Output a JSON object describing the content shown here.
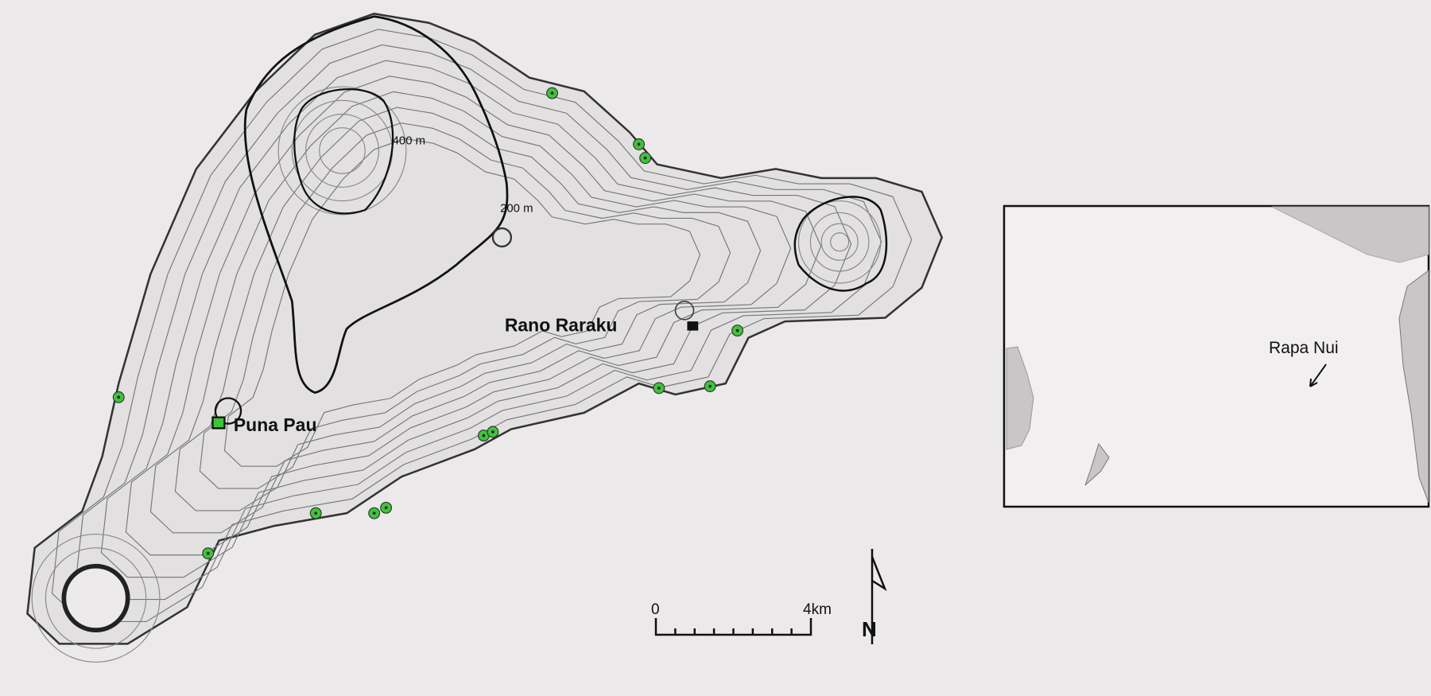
{
  "map": {
    "places": [
      {
        "name": "Rano Raraku",
        "marker": "black-square"
      },
      {
        "name": "Puna Pau",
        "marker": "green-square"
      }
    ],
    "contour_labels": [
      "400 m",
      "200 m"
    ],
    "site_marker_color": "#3ec43a",
    "land_color": "#e2e0e1",
    "background_color": "#ece9ea"
  },
  "scale_bar": {
    "start": "0",
    "end": "4km"
  },
  "north_arrow": {
    "label": "N"
  },
  "inset": {
    "label": "Rapa Nui",
    "arrow": "↙"
  }
}
